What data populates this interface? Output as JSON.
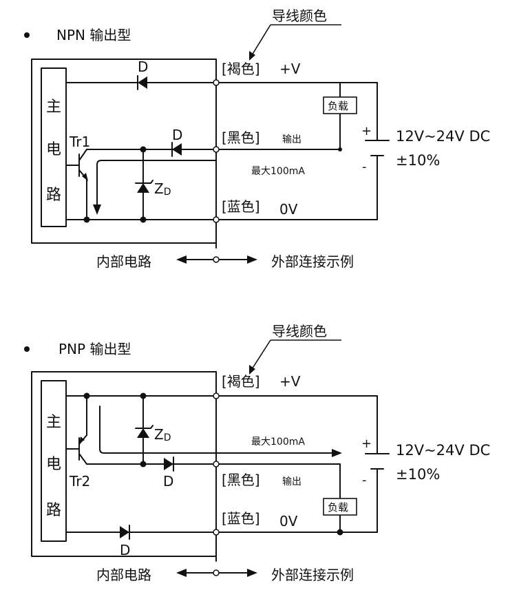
{
  "wire_label": "导线颜色",
  "internal_label": "内部电路",
  "external_label": "外部连接示例",
  "npn": {
    "title": "NPN 输出型",
    "main_circuit": [
      "主",
      "电",
      "路"
    ],
    "transistor": "Tr1",
    "diode_top": "D",
    "diode_mid": "D",
    "zener": "Z",
    "zener_sub": "D",
    "brown": "[褐色]",
    "plus_v": "+V",
    "black": "[黑色]",
    "output": "输出",
    "blue": "[蓝色]",
    "zero_v": "0V",
    "load": "负载",
    "max_current": "最大100mA",
    "plus": "+",
    "minus": "-",
    "supply": "12V~24V DC",
    "tolerance": "±10%"
  },
  "pnp": {
    "title": "PNP 输出型",
    "main_circuit": [
      "主",
      "电",
      "路"
    ],
    "transistor": "Tr2",
    "diode_mid": "D",
    "diode_bottom": "D",
    "zener": "Z",
    "zener_sub": "D",
    "brown": "[褐色]",
    "plus_v": "+V",
    "black": "[黑色]",
    "output": "输出",
    "blue": "[蓝色]",
    "zero_v": "0V",
    "load": "负载",
    "max_current": "最大100mA",
    "plus": "+",
    "minus": "-",
    "supply": "12V~24V DC",
    "tolerance": "±10%"
  }
}
